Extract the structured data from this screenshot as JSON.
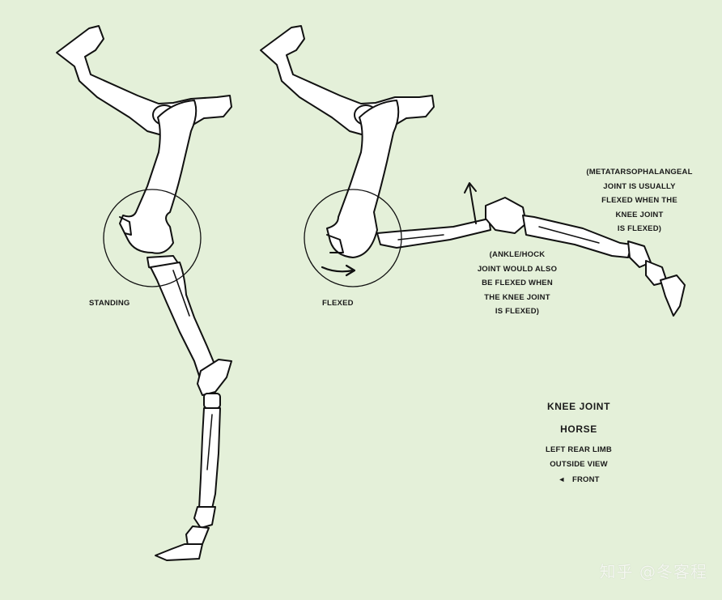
{
  "labels": {
    "standing": "STANDING",
    "flexed": "FLEXED",
    "metatarsal_note": [
      "(METATARSOPHALANGEAL",
      "JOINT IS USUALLY",
      "FLEXED WHEN THE",
      "KNEE JOINT",
      "IS FLEXED)"
    ],
    "ankle_note": [
      "(ANKLE/HOCK",
      "JOINT WOULD ALSO",
      "BE FLEXED WHEN",
      "THE KNEE JOINT",
      "IS FLEXED)"
    ]
  },
  "legend": {
    "title": "KNEE JOINT",
    "subtitle": "HORSE",
    "line1": "LEFT REAR LIMB",
    "line2": "OUTSIDE VIEW",
    "front_arrow": "◄",
    "front_label": "FRONT"
  },
  "watermark": "知乎 @冬客程",
  "colors": {
    "background": "#e4f0d9",
    "bone_fill": "#ffffff",
    "ink": "#111111"
  }
}
